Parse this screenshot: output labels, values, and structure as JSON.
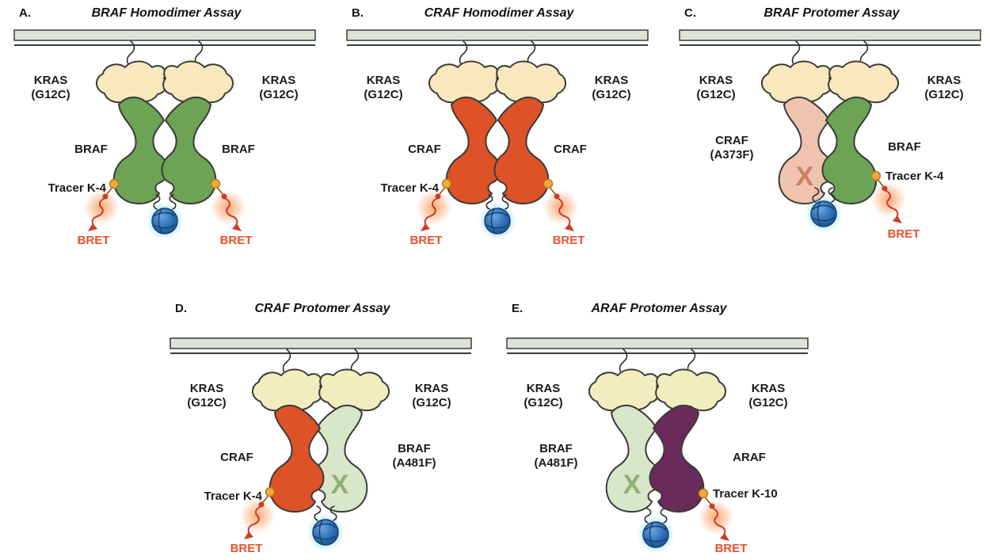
{
  "figure_name": "RAF dimer / protomer BRET assay schematics",
  "colors": {
    "membrane": "#dde4d7",
    "kras": "#f9e8bd",
    "kras_alt": "#f2edbe",
    "braf_green": "#6ca355",
    "craf_orange": "#dd5226",
    "craf_faded": "#f0c3ae",
    "braf_faded": "#d8e6ca",
    "araf_purple": "#6a2a5a",
    "x_on_craf_faded": "#c97a5b",
    "x_on_braf_faded": "#8aaa70",
    "tracer_dot": "#f3a83c",
    "signal_red": "#cf3b22",
    "bret_red": "#e8512e",
    "sphere_blue": "#2f6fb6",
    "glow_cyan": "#78d7f5",
    "glow_orange": "#f58c46",
    "outline": "#3b3b3b"
  },
  "panels": [
    {
      "letter": "A.",
      "title": "BRAF Homodimer Assay",
      "kras_left": {
        "line1": "KRAS",
        "line2": "(G12C)"
      },
      "kras_right": {
        "line1": "KRAS",
        "line2": "(G12C)"
      },
      "left_protein": {
        "line1": "BRAF"
      },
      "right_protein": {
        "line1": "BRAF"
      },
      "tracer_label": "Tracer K-4",
      "bret_left": "BRET",
      "bret_right": "BRET"
    },
    {
      "letter": "B.",
      "title": "CRAF Homodimer Assay",
      "kras_left": {
        "line1": "KRAS",
        "line2": "(G12C)"
      },
      "kras_right": {
        "line1": "KRAS",
        "line2": "(G12C)"
      },
      "left_protein": {
        "line1": "CRAF"
      },
      "right_protein": {
        "line1": "CRAF"
      },
      "tracer_label": "Tracer K-4",
      "bret_left": "BRET",
      "bret_right": "BRET"
    },
    {
      "letter": "C.",
      "title": "BRAF Protomer Assay",
      "kras_left": {
        "line1": "KRAS",
        "line2": "(G12C)"
      },
      "kras_right": {
        "line1": "KRAS",
        "line2": "(G12C)"
      },
      "left_protein": {
        "line1": "CRAF",
        "line2": "(A373F)"
      },
      "right_protein": {
        "line1": "BRAF"
      },
      "tracer_label": "Tracer K-4",
      "bret_right": "BRET",
      "x_label": "X"
    },
    {
      "letter": "D.",
      "title": "CRAF Protomer Assay",
      "kras_left": {
        "line1": "KRAS",
        "line2": "(G12C)"
      },
      "kras_right": {
        "line1": "KRAS",
        "line2": "(G12C)"
      },
      "left_protein": {
        "line1": "CRAF"
      },
      "right_protein": {
        "line1": "BRAF",
        "line2": "(A481F)"
      },
      "tracer_label": "Tracer K-4",
      "bret_left": "BRET",
      "x_label": "X"
    },
    {
      "letter": "E.",
      "title": "ARAF Protomer Assay",
      "kras_left": {
        "line1": "KRAS",
        "line2": "(G12C)"
      },
      "kras_right": {
        "line1": "KRAS",
        "line2": "(G12C)"
      },
      "left_protein": {
        "line1": "BRAF",
        "line2": "(A481F)"
      },
      "right_protein": {
        "line1": "ARAF"
      },
      "tracer_label": "Tracer K-10",
      "bret_right": "BRET",
      "x_label": "X"
    }
  ]
}
